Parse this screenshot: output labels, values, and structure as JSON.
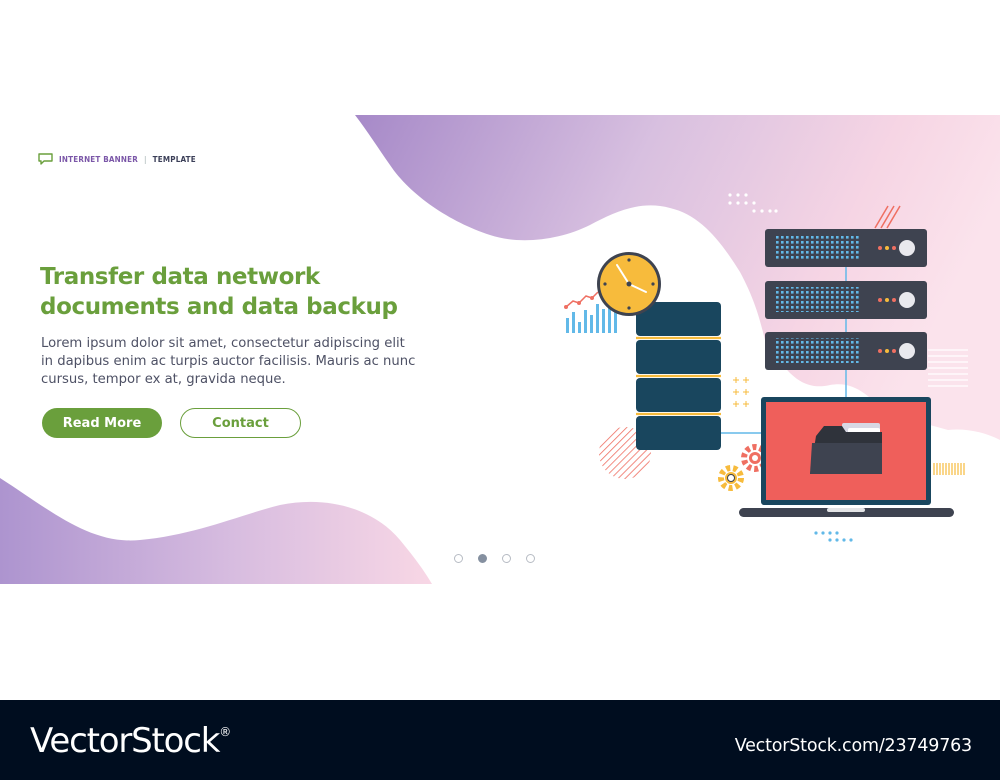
{
  "banner": {
    "tag_brand": "INTERNET BANNER",
    "tag_separator": "|",
    "tag_template": "TEMPLATE",
    "title": "Transfer data network documents and data backup",
    "body": "Lorem ipsum dolor sit amet, consectetur adipiscing elit in dapibus enim ac turpis auctor facilisis. Mauris ac nunc cursus, tempor ex at, gravida neque.",
    "read_more_label": "Read More",
    "contact_label": "Contact",
    "carousel": {
      "total": 4,
      "active_index": 2
    },
    "icons": [
      "chat-bubble-icon",
      "clock-icon",
      "bar-chart-icon",
      "database-icon",
      "server-rack-icon",
      "laptop-icon",
      "folder-icon",
      "gear-icon"
    ]
  },
  "watermark": {
    "logo_text": "VectorStock",
    "logo_mark": "®",
    "url_text": "VectorStock.com/23749763"
  },
  "colors": {
    "accent_green": "#6a9f3c",
    "purple": "#b79ad1",
    "pink": "#f6d3e2",
    "laptop_screen": "#ef5f5b",
    "server_dark": "#3e4350",
    "database_navy": "#19465e",
    "clock_yellow": "#f7bb3c",
    "footer_navy": "#000d1f"
  }
}
